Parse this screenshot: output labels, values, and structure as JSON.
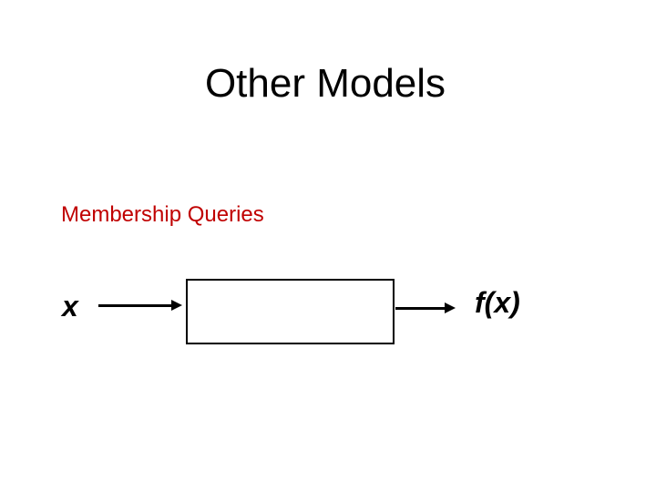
{
  "slide": {
    "title": "Other Models",
    "subtitle": "Membership Queries",
    "diagram": {
      "input_label": "x",
      "output_label": "f(x)"
    },
    "colors": {
      "background": "#ffffff",
      "title_text": "#000000",
      "subtitle_text": "#c00000",
      "diagram_stroke": "#000000"
    }
  }
}
